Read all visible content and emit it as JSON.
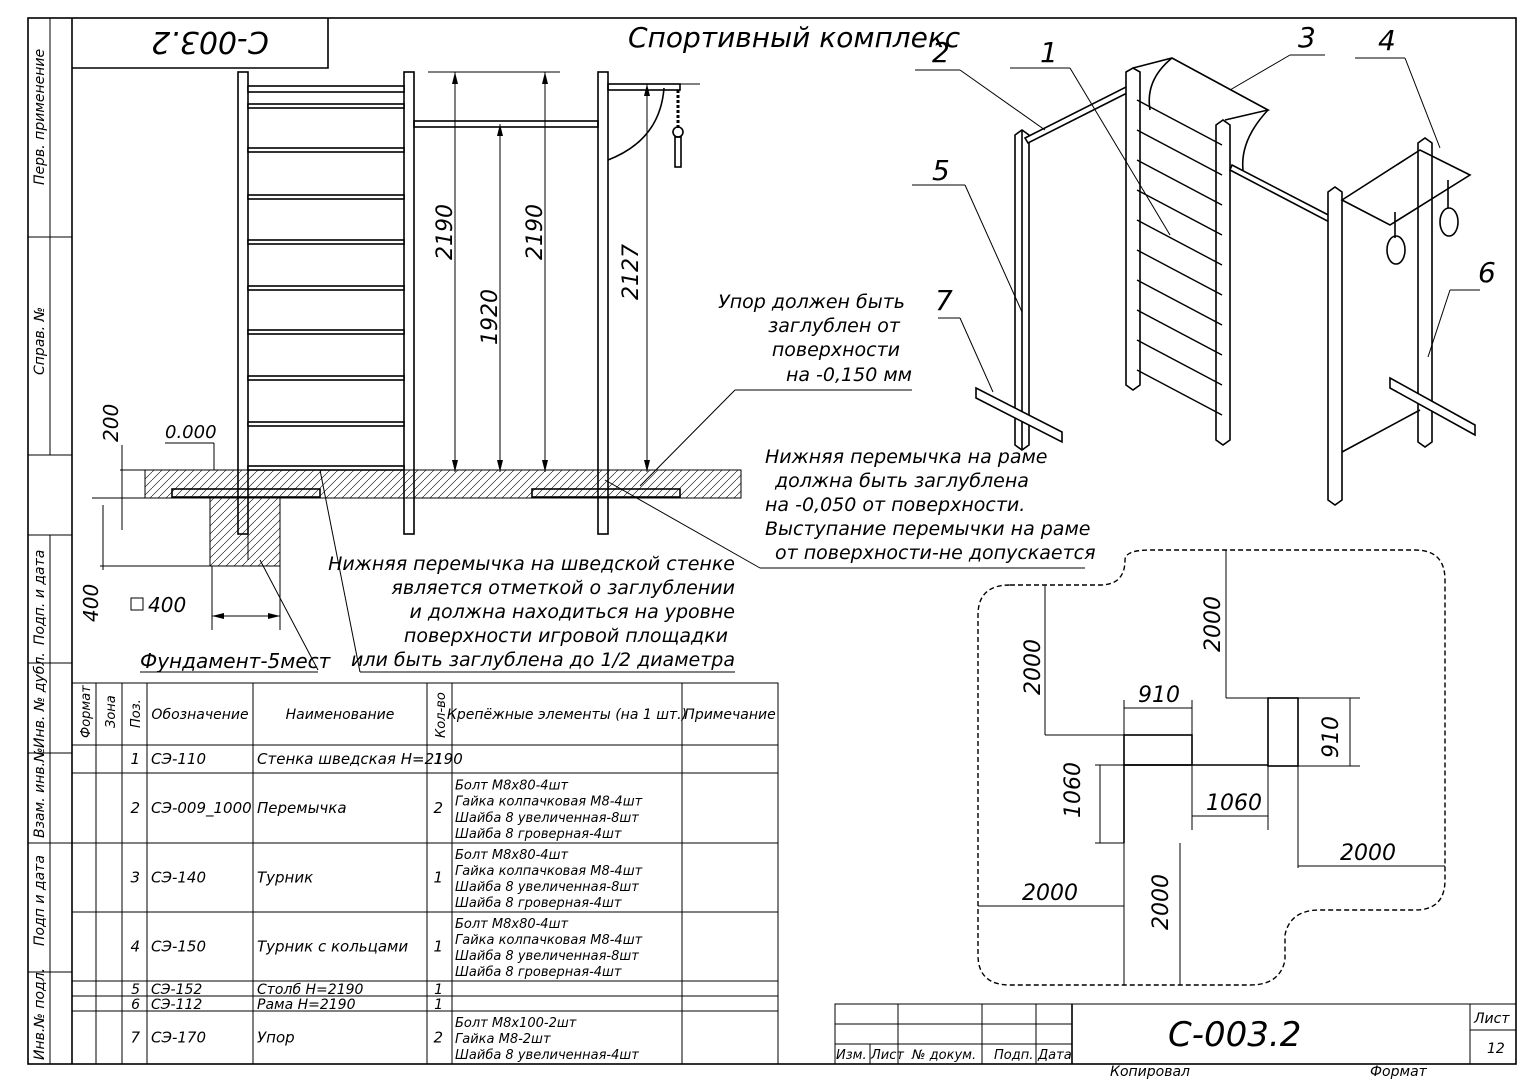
{
  "title_block": {
    "doc_code": "С-003.2",
    "doc_code_rotated": "С-003.2",
    "sheet_label": "Лист",
    "sheet_no": "12",
    "copied_label": "Копировал",
    "format_label": "Формат",
    "stamp_headers": [
      "Изм.",
      "Лист",
      "№ докум.",
      "Подп.",
      "Дата"
    ]
  },
  "left_strip": [
    "Перв. применение",
    "Справ. №",
    "Подп. и дата",
    "Инв. № дубл.",
    "Взам. инв.№",
    "Подп и дата",
    "Инв.№ подл."
  ],
  "drawing": {
    "title": "Спортивный комплекс",
    "dims_front": [
      "2190",
      "1920",
      "2190",
      "2127"
    ],
    "level_mark": "0.000",
    "dim_200": "200",
    "dim_400_v": "400",
    "dim_400_sq": "400",
    "foundation": "Фундамент-5мест",
    "note_stop": [
      "Упор должен быть",
      "заглублен от",
      "поверхности",
      "на -0,150 мм"
    ],
    "note_frame": [
      "Нижняя перемычка на раме",
      "должна быть заглублена",
      "на -0,050 от поверхности.",
      "Выступание перемычки на раме",
      "от поверхности-не допускается"
    ],
    "note_wall": [
      "Нижняя перемычка на шведской стенке",
      "является отметкой о заглублении",
      "и должна находиться на уровне",
      "поверхности игровой площадки",
      "или быть заглублена до 1/2 диаметра"
    ],
    "callouts": [
      "1",
      "2",
      "3",
      "4",
      "5",
      "6",
      "7"
    ],
    "plan_dims": [
      "2000",
      "2000",
      "910",
      "910",
      "1060",
      "1060",
      "2000",
      "2000",
      "2000"
    ]
  },
  "parts_table": {
    "headers": [
      "Формат",
      "Зона",
      "Поз.",
      "Обозначение",
      "Наименование",
      "Кол-во",
      "Крепёжные элементы (на 1 шт.)",
      "Примечание"
    ],
    "rows": [
      {
        "pos": "1",
        "code": "СЭ-110",
        "name": "Стенка шведская H=2190",
        "qty": "1",
        "fasteners": []
      },
      {
        "pos": "2",
        "code": "СЭ-009_1000",
        "name": "Перемычка",
        "qty": "2",
        "fasteners": [
          "Болт М8х80-4шт",
          "Гайка колпачковая М8-4шт",
          "Шайба 8 увеличенная-8шт",
          "Шайба 8 гроверная-4шт"
        ]
      },
      {
        "pos": "3",
        "code": "СЭ-140",
        "name": "Турник",
        "qty": "1",
        "fasteners": [
          "Болт М8х80-4шт",
          "Гайка колпачковая М8-4шт",
          "Шайба 8 увеличенная-8шт",
          "Шайба 8 гроверная-4шт"
        ]
      },
      {
        "pos": "4",
        "code": "СЭ-150",
        "name": "Турник с кольцами",
        "qty": "1",
        "fasteners": [
          "Болт М8х80-4шт",
          "Гайка колпачковая М8-4шт",
          "Шайба 8 увеличенная-8шт",
          "Шайба 8 гроверная-4шт"
        ]
      },
      {
        "pos": "5",
        "code": "СЭ-152",
        "name": "Столб H=2190",
        "qty": "1",
        "fasteners": []
      },
      {
        "pos": "6",
        "code": "СЭ-112",
        "name": "Рама H=2190",
        "qty": "1",
        "fasteners": []
      },
      {
        "pos": "7",
        "code": "СЭ-170",
        "name": "Упор",
        "qty": "2",
        "fasteners": [
          "Болт М8х100-2шт",
          "Гайка М8-2шт",
          "Шайба 8 увеличенная-4шт"
        ]
      }
    ]
  }
}
